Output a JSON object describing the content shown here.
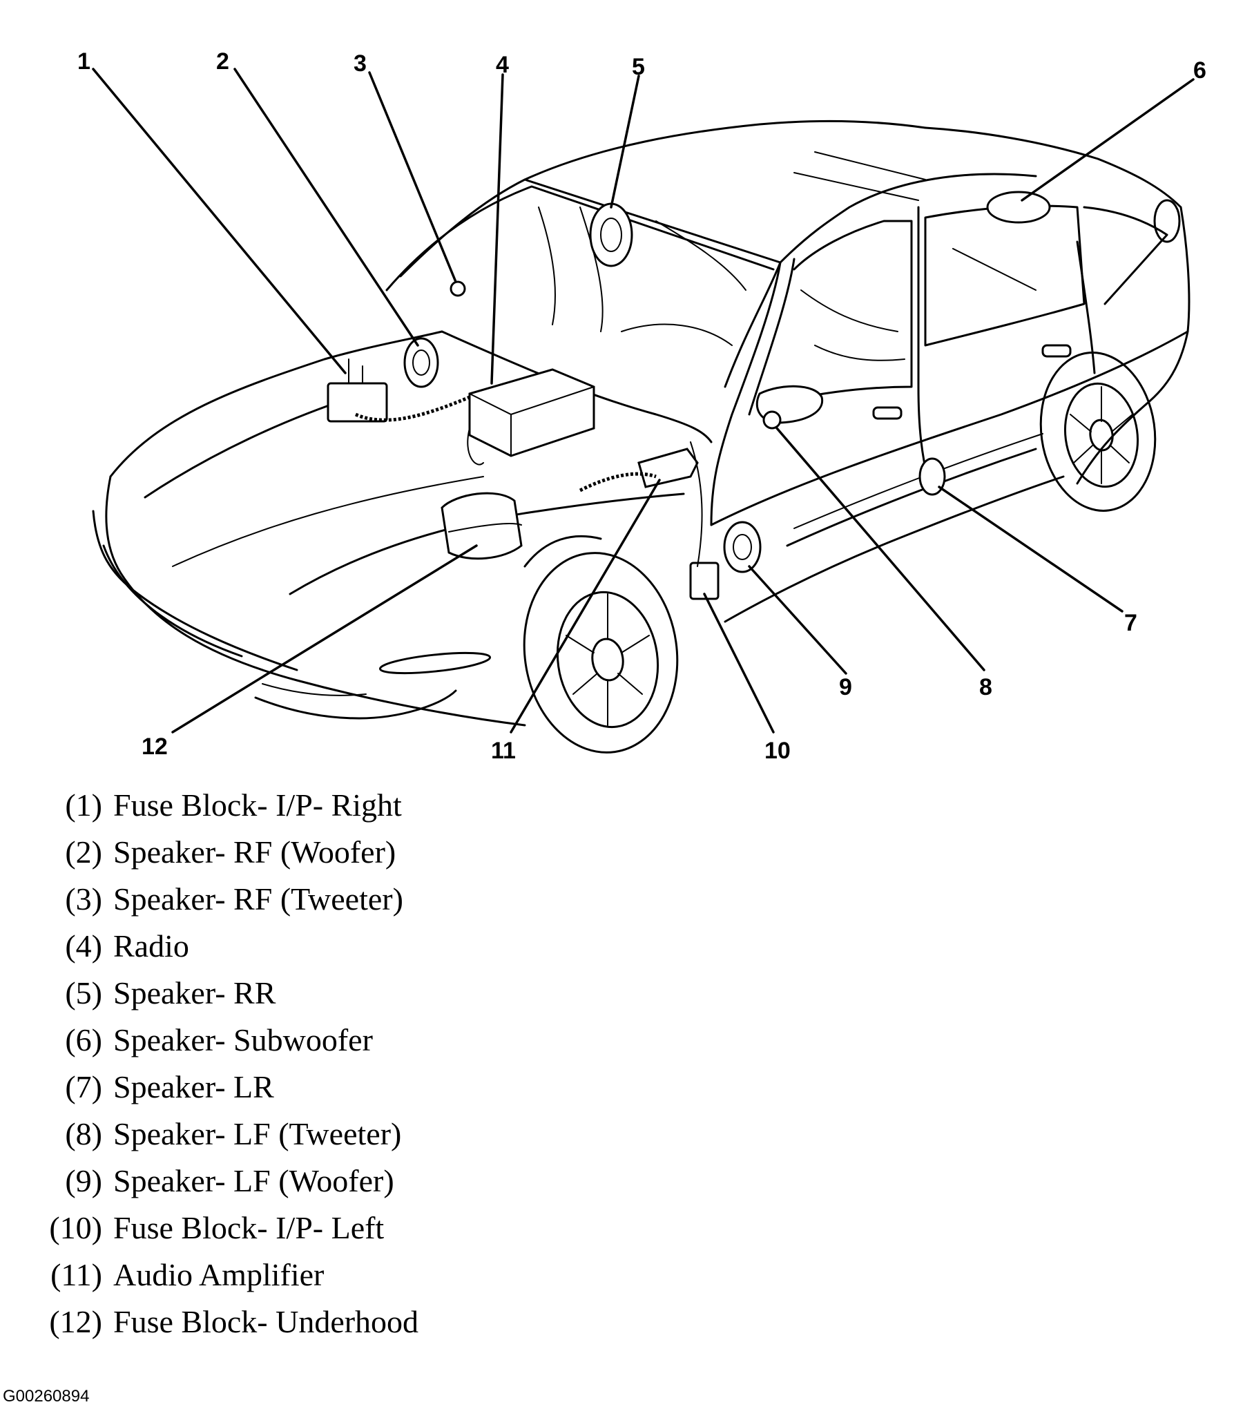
{
  "callouts": [
    "1",
    "2",
    "3",
    "4",
    "5",
    "6",
    "7",
    "8",
    "9",
    "10",
    "11",
    "12"
  ],
  "legend": [
    {
      "code": "(1)",
      "label": "Fuse Block- I/P- Right"
    },
    {
      "code": "(2)",
      "label": "Speaker- RF (Woofer)"
    },
    {
      "code": "(3)",
      "label": "Speaker- RF (Tweeter)"
    },
    {
      "code": "(4)",
      "label": "Radio"
    },
    {
      "code": "(5)",
      "label": "Speaker- RR"
    },
    {
      "code": "(6)",
      "label": "Speaker- Subwoofer"
    },
    {
      "code": "(7)",
      "label": "Speaker- LR"
    },
    {
      "code": "(8)",
      "label": "Speaker- LF (Tweeter)"
    },
    {
      "code": "(9)",
      "label": "Speaker- LF (Woofer)"
    },
    {
      "code": "(10)",
      "label": "Fuse Block- I/P- Left"
    },
    {
      "code": "(11)",
      "label": "Audio Amplifier"
    },
    {
      "code": "(12)",
      "label": "Fuse Block- Underhood"
    }
  ],
  "figure_id": "G00260894"
}
